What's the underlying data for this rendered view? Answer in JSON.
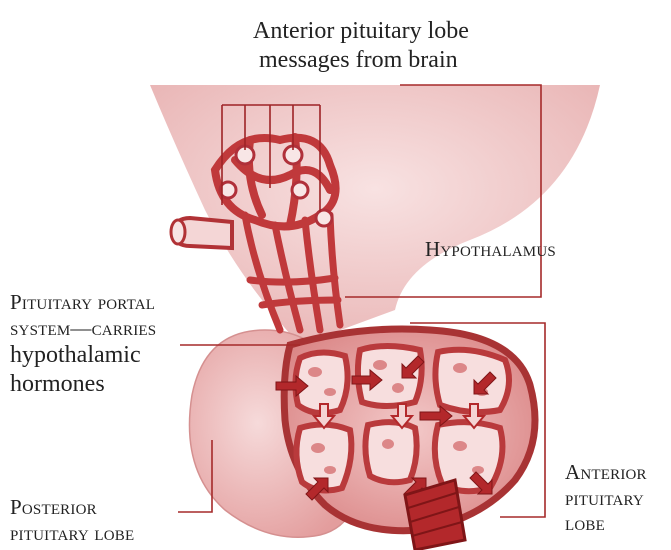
{
  "diagram": {
    "labels": {
      "top_callout": [
        "Anterior pituitary lobe",
        "messages from brain"
      ],
      "hypothalamus": "Hypothalamus",
      "portal_system_sc": [
        "Pituitary portal",
        "system—carries"
      ],
      "portal_system_plain": [
        "hypothalamic",
        "hormones"
      ],
      "anterior_lobe": [
        "Anterior",
        "pituitary",
        "lobe"
      ],
      "posterior_lobe": [
        "Posterior",
        "pituitary lobe"
      ]
    },
    "colors": {
      "tissue_light": "#f2d0d0",
      "tissue_mid": "#e6a7a7",
      "vessel": "#c0393b",
      "vessel_dark": "#8e1b1e",
      "leader_line": "#a52a2a",
      "text": "#222222"
    }
  }
}
